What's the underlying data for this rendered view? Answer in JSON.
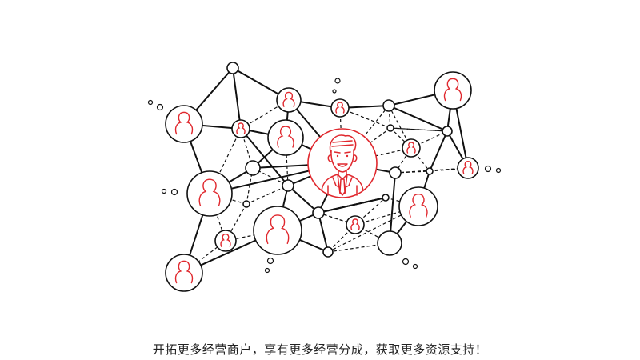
{
  "caption": "开拓更多经营商户，享有更多经营分成，获取更多资源支持！",
  "colors": {
    "line": "#111111",
    "accent": "#e0282e",
    "background": "#ffffff"
  },
  "illustration": {
    "subject": "social network of people connected by solid and dashed lines",
    "center_figure": "smiling businessman avatar"
  }
}
